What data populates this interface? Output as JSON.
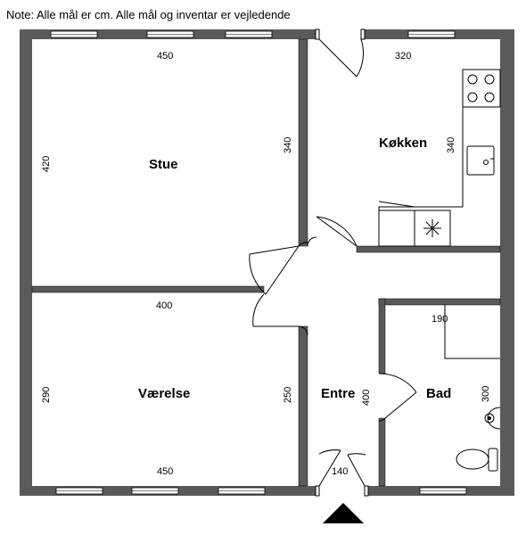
{
  "note": "Note: Alle mål er cm. Alle mål og inventar er vejledende",
  "rooms": {
    "stue": "Stue",
    "kokken": "Køkken",
    "vaerelse": "Værelse",
    "entre": "Entre",
    "bad": "Bad"
  },
  "dimensions": {
    "stue_width": "450",
    "stue_depth": "420",
    "stue_wall_right": "340",
    "kokken_width": "320",
    "kokken_depth": "340",
    "vaerelse_top": "400",
    "vaerelse_depth": "290",
    "vaerelse_wall_right": "250",
    "vaerelse_bottom": "450",
    "bad_width": "190",
    "bad_depth": "300",
    "entre_depth": "400",
    "entrance_door": "140"
  },
  "colors": {
    "wall": "#5a5a5a",
    "line": "#000000",
    "background": "#ffffff"
  },
  "icons": {
    "entrance": "entrance-arrow-icon",
    "stove": "stove-icon",
    "sink": "kitchen-sink-icon",
    "washbasin": "washbasin-icon",
    "toilet": "toilet-icon"
  }
}
